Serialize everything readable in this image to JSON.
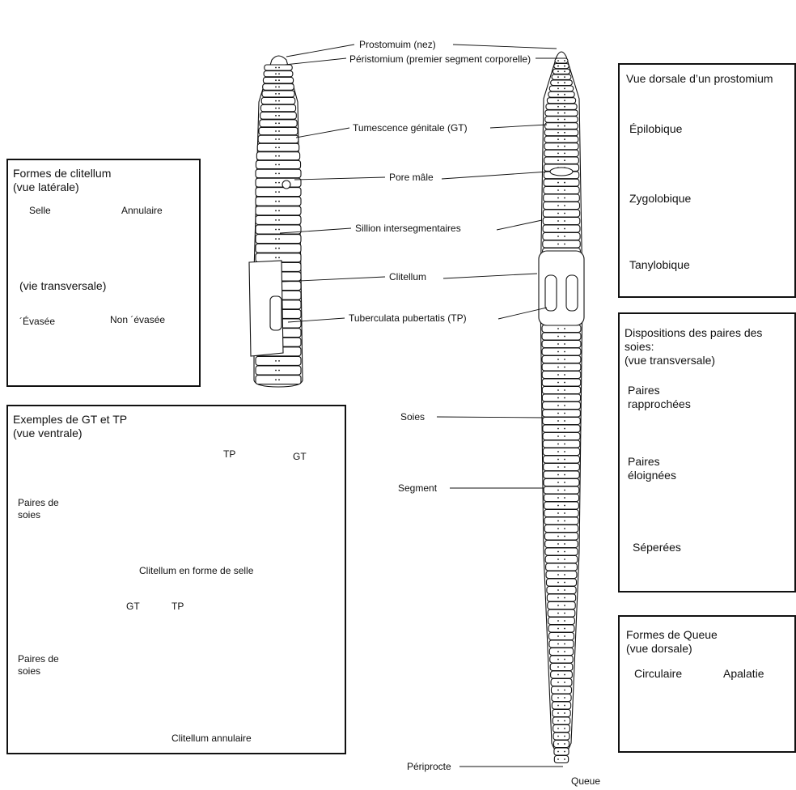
{
  "labels": {
    "prostomium": "Prostomuim (nez)",
    "peristomium": "Péristomium (premier segment corporelle)",
    "tumescence": "Tumescence génitale (GT)",
    "pore_male": "Pore mâle",
    "sillion": "Sillion intersegmentaires",
    "clitellum": "Clitellum",
    "tuberculata": "Tuberculata pubertatis (TP)",
    "soies": "Soies",
    "segment": "Segment",
    "periprocte": "Périprocte",
    "queue": "Queue"
  },
  "clitellum_box": {
    "title_line1": "Formes de clitellum",
    "title_line2": "(vue latérale)",
    "selle": "Selle",
    "annulaire": "Annulaire",
    "transversal": "(vie transversale)",
    "evasee": "´Évasée",
    "non_evasee": "Non ´évasée"
  },
  "gt_box": {
    "title_line1": "Exemples de GT et TP",
    "title_line2": "(vue ventrale)",
    "tp": "TP",
    "gt": "GT",
    "paires_de_soies_1": "Paires de\nsoies",
    "clitellum_selle": "Clitellum en forme de selle",
    "gt2": "GT",
    "tp2": "TP",
    "paires_de_soies_2": "Paires de\nsoies",
    "clitellum_annulaire": "Clitellum annulaire"
  },
  "prostomium_box": {
    "title": "Vue dorsale d’un prostomium",
    "items": [
      "Épilobique",
      "Zygolobique",
      "Tanylobique"
    ]
  },
  "soies_box": {
    "title_line1": "Dispositions des paires des",
    "title_line2": "soies:",
    "title_line3": "(vue transversale)",
    "items": [
      "Paires\nrapprochées",
      "Paires\néloignées",
      "Séperées"
    ]
  },
  "queue_box": {
    "title_line1": "Formes de Queue",
    "title_line2": "(vue dorsale)",
    "circulaire": "Circulaire",
    "apalatie": "Apalatie"
  }
}
